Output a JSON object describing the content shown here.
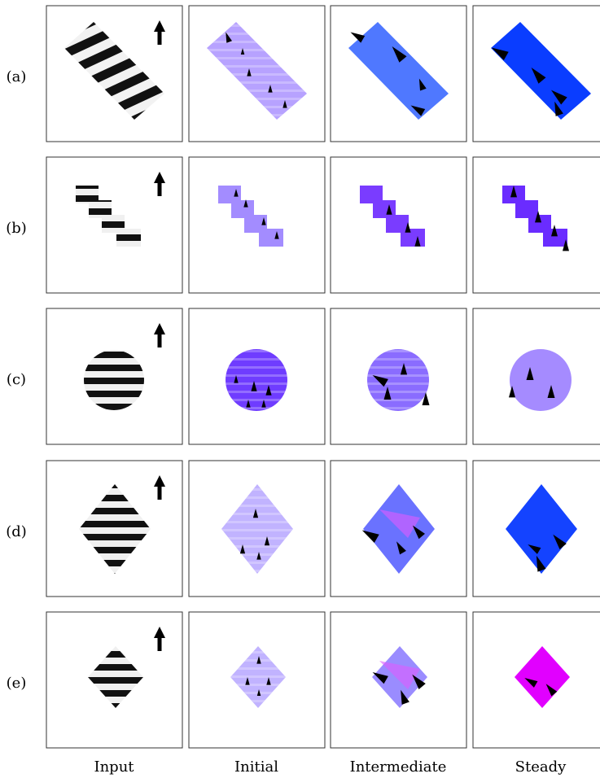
{
  "rows": [
    {
      "label": "(a)",
      "shape": "rotated-bar",
      "colors": {
        "initial": "#b7a2ff",
        "intermediate": "#4f78ff",
        "steady": "#0a3dff"
      }
    },
    {
      "label": "(b)",
      "shape": "staircase",
      "colors": {
        "initial": "#a38cff",
        "intermediate": "#7a3cff",
        "steady": "#6a2cff"
      }
    },
    {
      "label": "(c)",
      "shape": "disc",
      "colors": {
        "initial": "#6f3cff",
        "intermediate": "#8a6cff",
        "steady": "#a58bff"
      }
    },
    {
      "label": "(d)",
      "shape": "diamond",
      "colors": {
        "initial": "#c1b3ff",
        "intermediate": "#6a72ff",
        "steady": "#1443ff"
      }
    },
    {
      "label": "(e)",
      "shape": "small-diamond",
      "colors": {
        "initial": "#c1b3ff",
        "intermediate": "#9a8cff",
        "steady": "#e100ff"
      }
    }
  ],
  "columns": [
    "Input",
    "Initial",
    "Intermediate",
    "Steady"
  ],
  "icons": {
    "direction": "up-arrow-icon",
    "markers": "triangle-marker-icon"
  }
}
